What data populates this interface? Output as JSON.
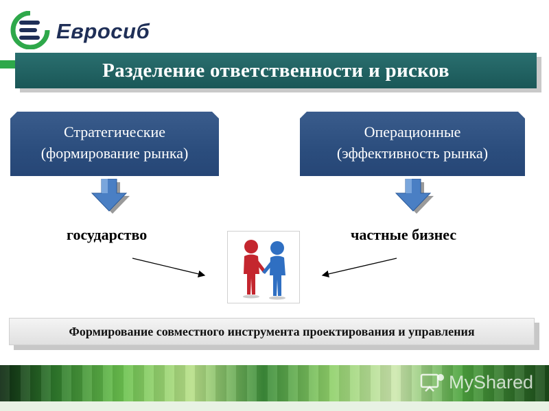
{
  "logo": {
    "name": "Евросиб",
    "icon": "evrosib-logo-icon"
  },
  "title": "Разделение ответственности и рисков",
  "categories": [
    {
      "line1": "Стратегические",
      "line2": "(формирование рынка)"
    },
    {
      "line1": "Операционные",
      "line2": "(эффективность  рынка)"
    }
  ],
  "actors": {
    "left": "государство",
    "right": "частные бизнес"
  },
  "center_image": "handshake-icon",
  "result": "Формирование совместного инструмента проектирования и управления",
  "watermark": {
    "icon": "myshared-icon",
    "text": "MyShared"
  },
  "colors": {
    "title_bg": "#1a5757",
    "category_bg": "#2b4d7d",
    "arrow_fill": "#4a7fc4",
    "brand_green": "#2ea84a"
  }
}
